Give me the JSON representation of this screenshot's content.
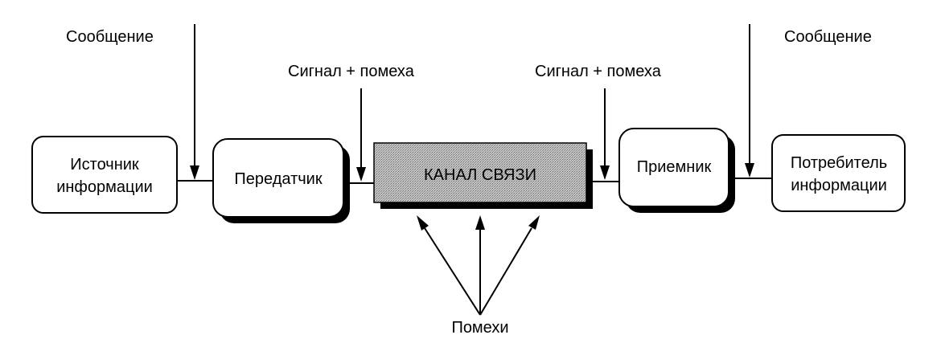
{
  "labels": {
    "message_left": "Сообщение",
    "message_right": "Сообщение",
    "signal_noise_left": "Сигнал + помеха",
    "signal_noise_right": "Сигнал + помеха",
    "noise_bottom": "Помехи"
  },
  "blocks": {
    "source": {
      "line1": "Источник",
      "line2": "информации"
    },
    "transmitter": {
      "label": "Передатчик"
    },
    "channel": {
      "label": "КАНАЛ СВЯЗИ"
    },
    "receiver": {
      "label": "Приемник"
    },
    "consumer": {
      "line1": "Потребитель",
      "line2": "информации"
    }
  },
  "colors": {
    "stroke": "#000000",
    "channel_fill": "#b8b8b8",
    "background": "#ffffff"
  }
}
